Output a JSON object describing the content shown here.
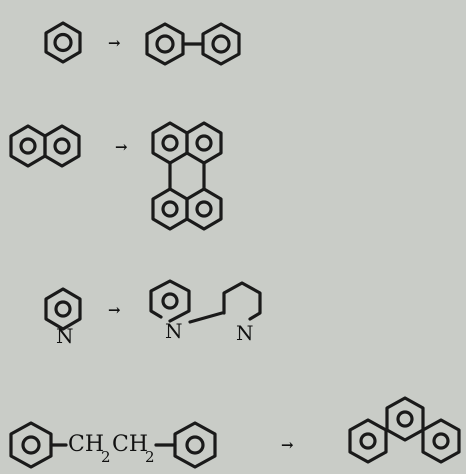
{
  "reactions": [
    {
      "id": "benzene-to-biphenyl",
      "arrow": "→"
    },
    {
      "id": "naphthalene-to-binaphthyl",
      "arrow": "→"
    },
    {
      "id": "pyridine-to-bipyridine",
      "arrow": "→",
      "atoms": {
        "pyridine_n": "N",
        "bipyridine_n_left": "N",
        "bipyridine_n_right": "N"
      }
    },
    {
      "id": "bibenzyl-to-phenanthrene",
      "arrow": "→",
      "linker": {
        "ch_left": "CH",
        "sub_left": "2",
        "ch_right": "CH",
        "sub_right": "2"
      }
    }
  ],
  "colors": {
    "ink": "#1a1a1a",
    "background": "#c9ccc7"
  }
}
